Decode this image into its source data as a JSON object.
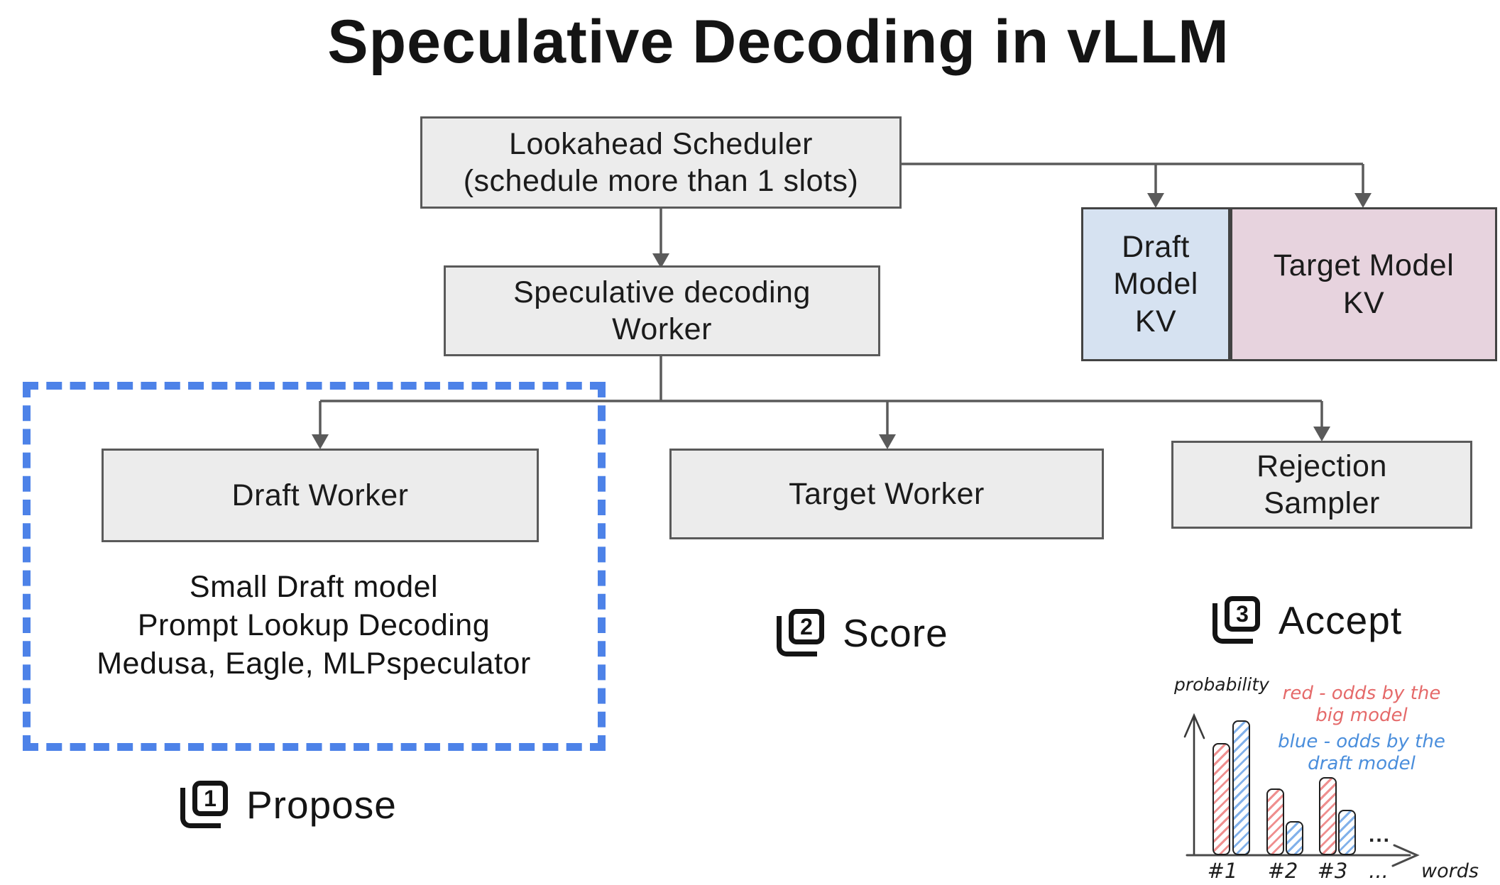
{
  "title": "Speculative Decoding in vLLM",
  "boxes": {
    "scheduler": {
      "line1": "Lookahead Scheduler",
      "line2": "(schedule more than 1 slots)"
    },
    "spec_worker": {
      "line1": "Speculative decoding",
      "line2": "Worker"
    },
    "draft_kv": {
      "line1": "Draft",
      "line2": "Model",
      "line3": "KV"
    },
    "target_kv": {
      "line1": "Target Model",
      "line2": "KV"
    },
    "draft_worker": {
      "label": "Draft Worker"
    },
    "target_worker": {
      "label": "Target Worker"
    },
    "rejection_sampler": {
      "line1": "Rejection",
      "line2": "Sampler"
    }
  },
  "draft_methods": [
    "Small Draft model",
    "Prompt Lookup Decoding",
    "Medusa, Eagle, MLPspeculator"
  ],
  "steps": [
    {
      "number": "1",
      "label": "Propose"
    },
    {
      "number": "2",
      "label": "Score"
    },
    {
      "number": "3",
      "label": "Accept"
    }
  ],
  "colors": {
    "box_fill": "#ececec",
    "box_border": "#5a5a5a",
    "draft_kv_fill": "#d6e2f1",
    "target_kv_fill": "#e7d3de",
    "dashed_border": "#4d82e8",
    "connector": "#5a5a5a",
    "chart_red": "#e8797a",
    "chart_blue": "#5f9de4"
  },
  "chart_data": {
    "type": "bar",
    "title": "",
    "ylabel": "probability",
    "xlabel": "words",
    "categories": [
      "#1",
      "#2",
      "#3",
      "..."
    ],
    "series": [
      {
        "name": "red - odds by the big model",
        "color": "#e8797a",
        "values": [
          0.79,
          0.47,
          0.55
        ]
      },
      {
        "name": "blue - odds by the draft model",
        "color": "#5f9de4",
        "values": [
          0.95,
          0.24,
          0.32
        ]
      }
    ],
    "ylim": [
      0,
      1
    ],
    "grid": false,
    "axis_style": "hand-drawn axes, no numeric ticks",
    "legend_position": "top-right",
    "legend": [
      {
        "lines": [
          "red - odds by the",
          "big model"
        ],
        "color": "#e56a6a"
      },
      {
        "lines": [
          "blue - odds by the",
          "draft model"
        ],
        "color": "#4a8edc"
      }
    ],
    "extra_ellipsis": "..."
  }
}
